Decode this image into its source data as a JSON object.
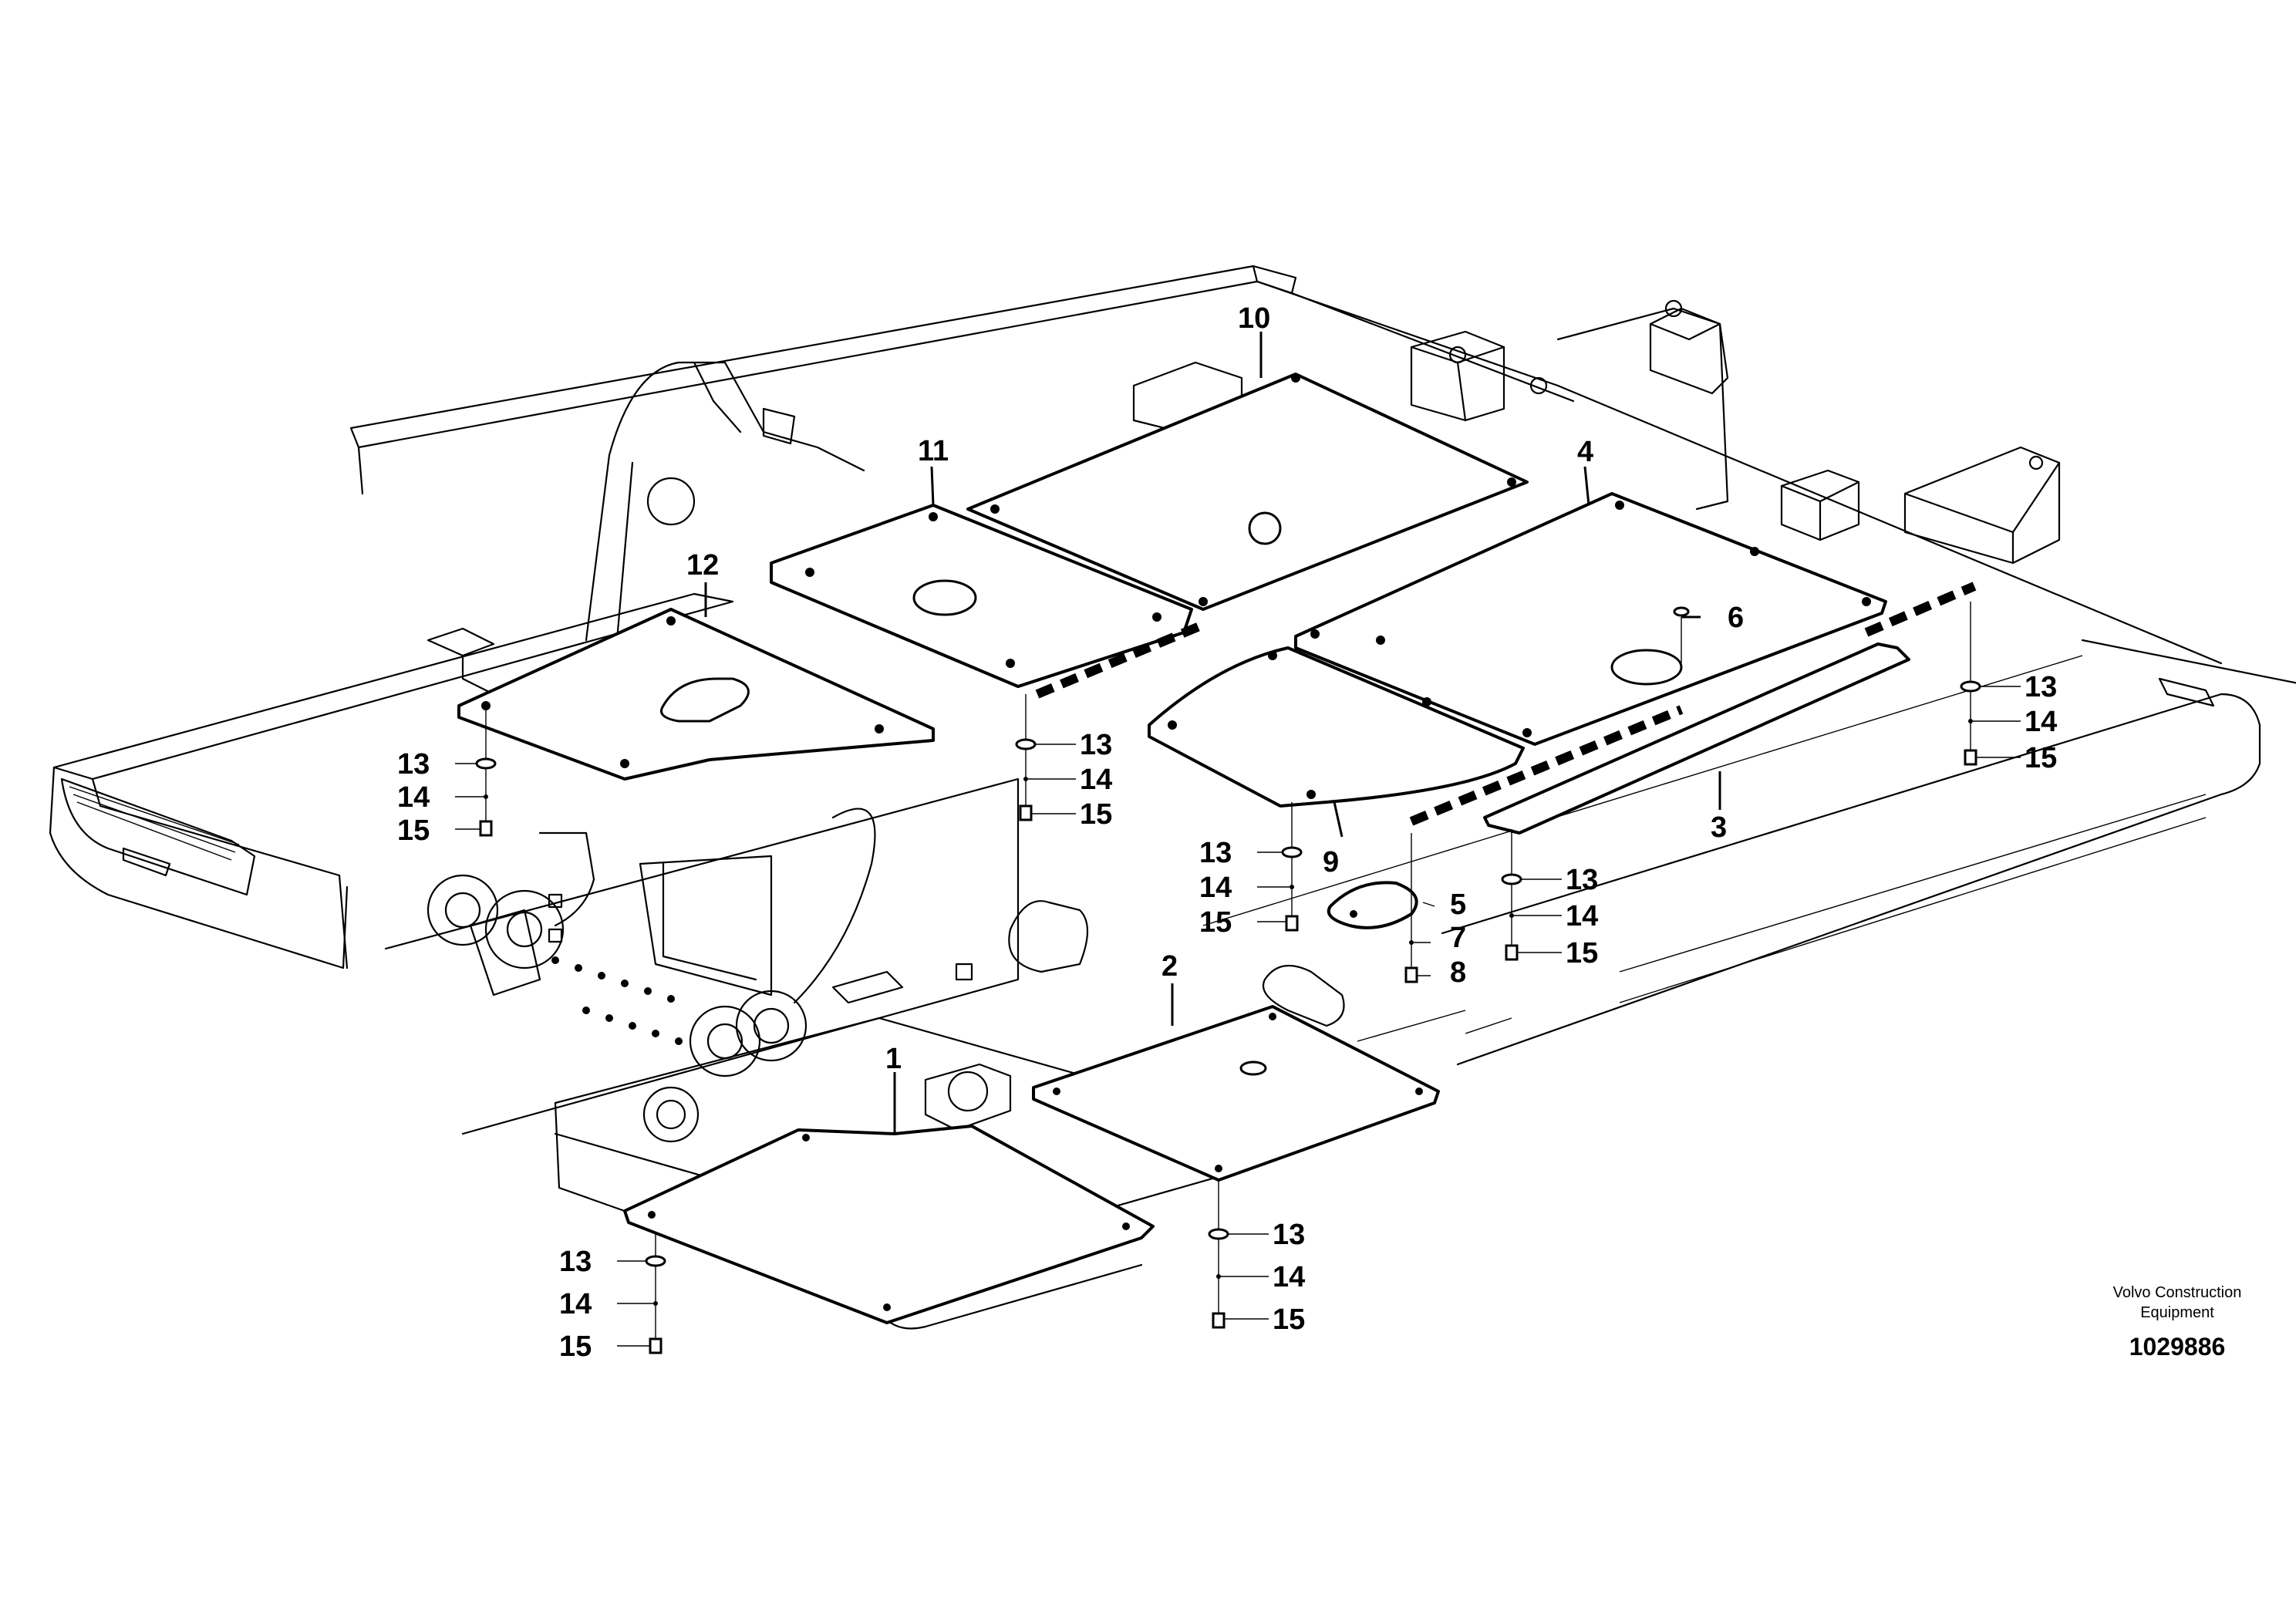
{
  "callouts": {
    "c1": "1",
    "c2": "2",
    "c3": "3",
    "c4": "4",
    "c5": "5",
    "c6": "6",
    "c7": "7",
    "c8": "8",
    "c9": "9",
    "c10": "10",
    "c11": "11",
    "c12": "12",
    "c13": "13",
    "c14": "14",
    "c15": "15"
  },
  "brand": {
    "line1": "Volvo Construction",
    "line2": "Equipment"
  },
  "document_number": "1029886"
}
